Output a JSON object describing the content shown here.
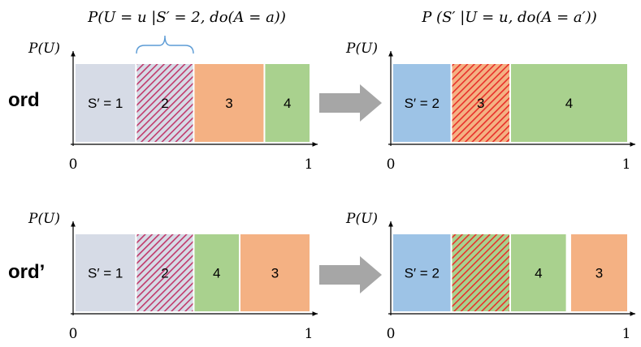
{
  "titles": {
    "left": "P(U = u |S′ = 2, do(A = a))",
    "right": "P (S′ |U = u, do(A = a′))"
  },
  "axis": {
    "ylabel": "P(U)",
    "x_min_label": "0",
    "x_max_label": "1"
  },
  "rows": [
    {
      "label": "ord",
      "left_segments": [
        {
          "label": "S′ = 1",
          "start": 0.0,
          "end": 0.26,
          "fill": "#d6dbe6",
          "hatch": ""
        },
        {
          "label": "2",
          "start": 0.26,
          "end": 0.505,
          "fill": "#d6dbe6",
          "hatch": "#c0396b"
        },
        {
          "label": "3",
          "start": 0.505,
          "end": 0.805,
          "fill": "#f4b183",
          "hatch": ""
        },
        {
          "label": "4",
          "start": 0.805,
          "end": 1.0,
          "fill": "#a9d18e",
          "hatch": ""
        }
      ],
      "right_segments": [
        {
          "label": "S′ = 2",
          "start": 0.0,
          "end": 0.25,
          "fill": "#9dc3e6",
          "hatch": ""
        },
        {
          "label": "3",
          "start": 0.25,
          "end": 0.5,
          "fill": "#f4b183",
          "hatch": "#e8302a"
        },
        {
          "label": "4",
          "start": 0.5,
          "end": 1.0,
          "fill": "#a9d18e",
          "hatch": ""
        }
      ]
    },
    {
      "label": "ord’",
      "left_segments": [
        {
          "label": "S′ = 1",
          "start": 0.0,
          "end": 0.26,
          "fill": "#d6dbe6",
          "hatch": ""
        },
        {
          "label": "2",
          "start": 0.26,
          "end": 0.505,
          "fill": "#d6dbe6",
          "hatch": "#c0396b"
        },
        {
          "label": "4",
          "start": 0.505,
          "end": 0.7,
          "fill": "#a9d18e",
          "hatch": ""
        },
        {
          "label": "3",
          "start": 0.7,
          "end": 1.0,
          "fill": "#f4b183",
          "hatch": ""
        }
      ],
      "right_segments": [
        {
          "label": "S′ = 2",
          "start": 0.0,
          "end": 0.25,
          "fill": "#9dc3e6",
          "hatch": ""
        },
        {
          "label": "",
          "start": 0.25,
          "end": 0.5,
          "fill": "#a9d18e",
          "hatch": "#e8302a"
        },
        {
          "label": "4",
          "start": 0.5,
          "end": 0.74,
          "fill": "#a9d18e",
          "hatch": ""
        },
        {
          "label": "3",
          "start": 0.755,
          "end": 1.0,
          "fill": "#f4b183",
          "hatch": ""
        }
      ]
    }
  ],
  "arrow_color": "#a6a6a6",
  "brace_color": "#5b9bd5"
}
